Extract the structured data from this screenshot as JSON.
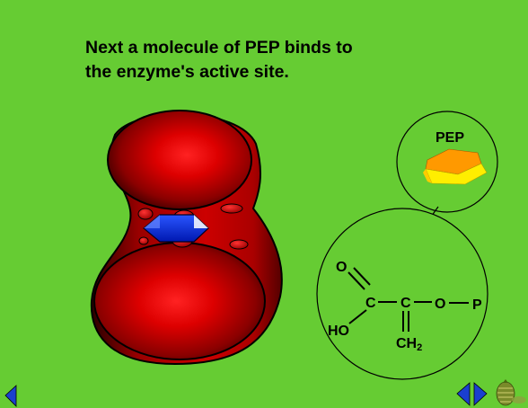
{
  "slide": {
    "caption_line1": "Next a molecule of PEP binds to",
    "caption_line2": "the enzyme's active site."
  },
  "pep_callout": {
    "label": "PEP",
    "shape_colors": {
      "top": "#ff8800",
      "bottom": "#ffee00"
    }
  },
  "structure": {
    "o_top": "O",
    "c1": "C",
    "c2": "C",
    "o_ester": "O",
    "p": "P",
    "ho": "HO",
    "ch2_main": "CH",
    "ch2_sub": "2"
  },
  "colors": {
    "background": "#66cc33",
    "enzyme": "#cc0000",
    "substrate_blue": "#0033ff",
    "nav_blue": "#1a3fd0"
  },
  "nav": {
    "back_icon": "triangle-left-icon",
    "prev_icon": "triangle-left-icon",
    "next_icon": "triangle-right-icon",
    "logo_icon": "pinecone-logo-icon"
  }
}
